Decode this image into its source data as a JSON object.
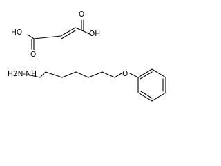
{
  "diagram": {
    "molecules": [
      {
        "name": "fumaric acid",
        "labels": {
          "hydroxyl_left": "HO",
          "oxygen_left": "O",
          "hydroxyl_right": "OH",
          "oxygen_right": "O"
        }
      },
      {
        "name": "(6-phenoxyhexyl)hydrazine",
        "labels": {
          "hydrazine": "H2N-NH",
          "ether_oxygen": "O"
        }
      }
    ],
    "colors": {
      "ink": "#000000",
      "background": "#ffffff"
    }
  }
}
